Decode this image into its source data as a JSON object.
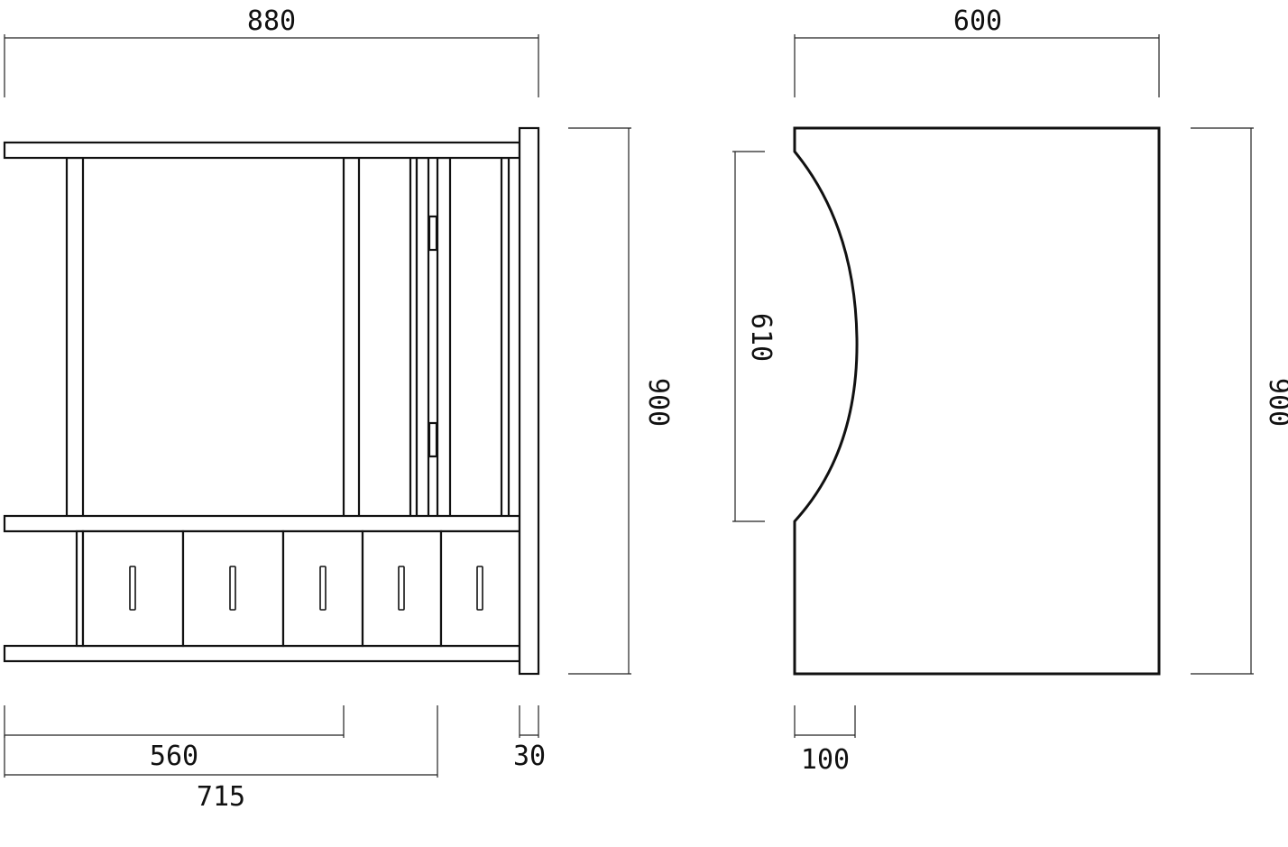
{
  "front_view": {
    "width_label": "880",
    "height_label": "900",
    "shelf_depth_label": "560",
    "upright_span_label": "715",
    "panel_thickness_label": "30",
    "drawer_count": 5
  },
  "side_view": {
    "width_label": "600",
    "height_label": "900",
    "cutout_height_label": "610",
    "cutout_inset_label": "100"
  }
}
